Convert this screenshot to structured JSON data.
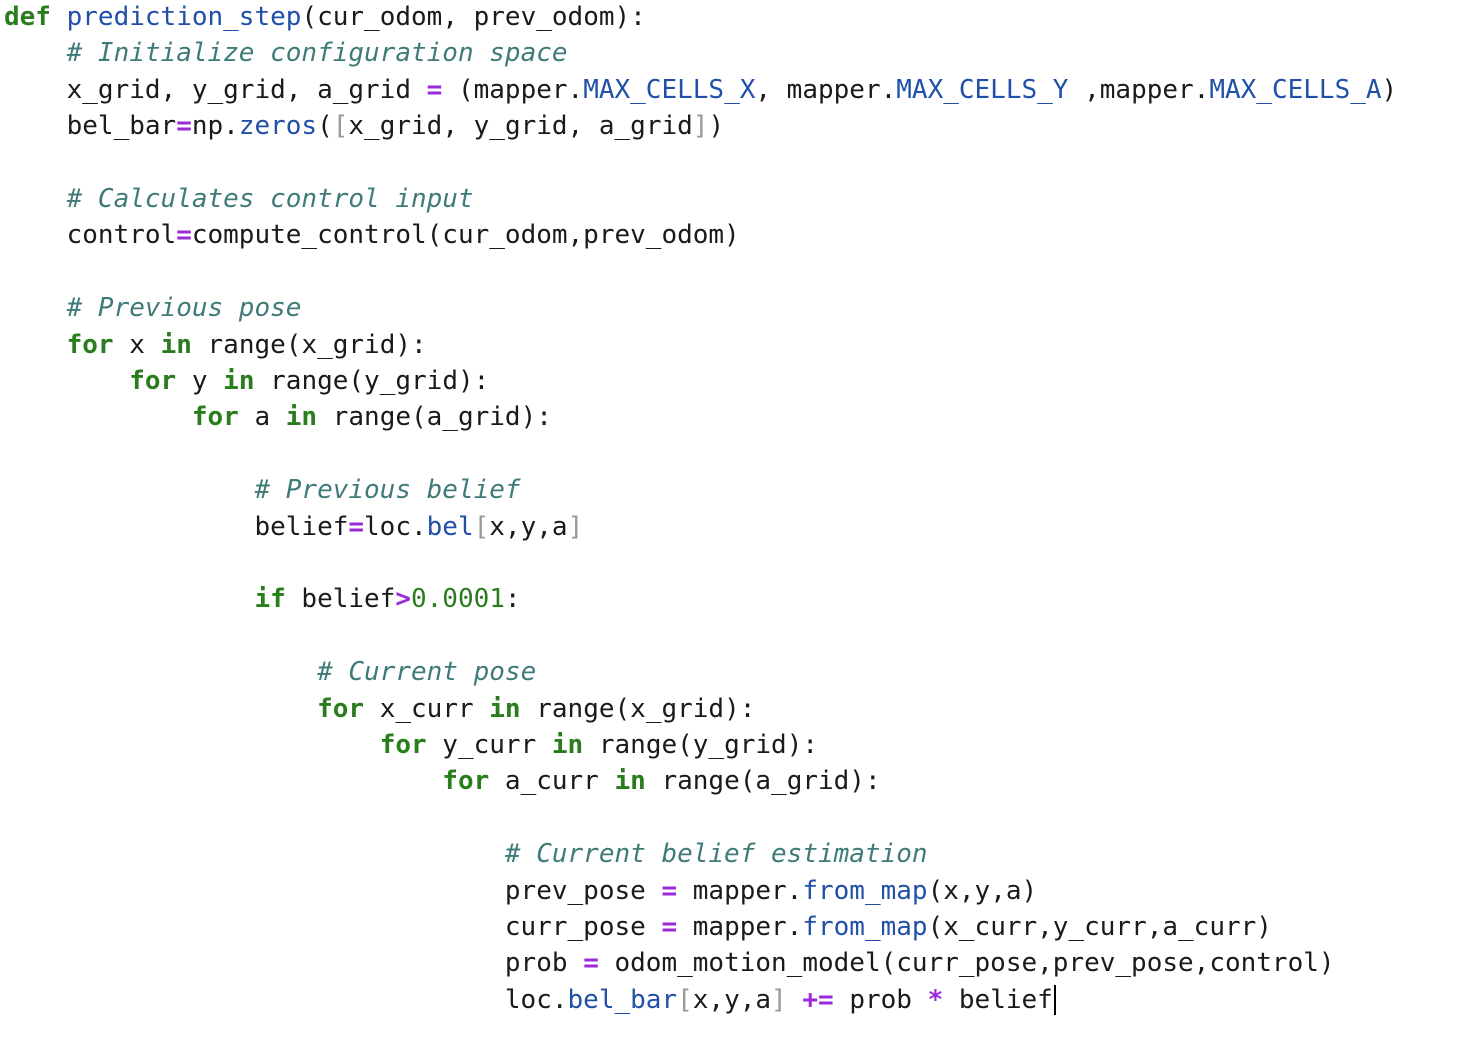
{
  "editor": {
    "lines": [
      [
        {
          "t": "kw",
          "v": "def"
        },
        {
          "t": "tx",
          "v": " "
        },
        {
          "t": "fn",
          "v": "prediction_step"
        },
        {
          "t": "tx",
          "v": "(cur_odom, prev_odom):"
        }
      ],
      [
        {
          "t": "tx",
          "v": "    "
        },
        {
          "t": "cm",
          "v": "# Initialize configuration space"
        }
      ],
      [
        {
          "t": "tx",
          "v": "    x_grid, y_grid, a_grid "
        },
        {
          "t": "op",
          "v": "="
        },
        {
          "t": "tx",
          "v": " (mapper."
        },
        {
          "t": "at",
          "v": "MAX_CELLS_X"
        },
        {
          "t": "tx",
          "v": ", mapper."
        },
        {
          "t": "at",
          "v": "MAX_CELLS_Y"
        },
        {
          "t": "tx",
          "v": " ,mapper."
        },
        {
          "t": "at",
          "v": "MAX_CELLS_A"
        },
        {
          "t": "tx",
          "v": ")"
        }
      ],
      [
        {
          "t": "tx",
          "v": "    bel_bar"
        },
        {
          "t": "op",
          "v": "="
        },
        {
          "t": "tx",
          "v": "np."
        },
        {
          "t": "at",
          "v": "zeros"
        },
        {
          "t": "tx",
          "v": "("
        },
        {
          "t": "br",
          "v": "["
        },
        {
          "t": "tx",
          "v": "x_grid, y_grid, a_grid"
        },
        {
          "t": "br",
          "v": "]"
        },
        {
          "t": "tx",
          "v": ")"
        }
      ],
      [],
      [
        {
          "t": "tx",
          "v": "    "
        },
        {
          "t": "cm",
          "v": "# Calculates control input"
        }
      ],
      [
        {
          "t": "tx",
          "v": "    control"
        },
        {
          "t": "op",
          "v": "="
        },
        {
          "t": "tx",
          "v": "compute_control(cur_odom,prev_odom)"
        }
      ],
      [],
      [
        {
          "t": "tx",
          "v": "    "
        },
        {
          "t": "cm",
          "v": "# Previous pose"
        }
      ],
      [
        {
          "t": "tx",
          "v": "    "
        },
        {
          "t": "kw",
          "v": "for"
        },
        {
          "t": "tx",
          "v": " x "
        },
        {
          "t": "kw",
          "v": "in"
        },
        {
          "t": "tx",
          "v": " range(x_grid):"
        }
      ],
      [
        {
          "t": "tx",
          "v": "        "
        },
        {
          "t": "kw",
          "v": "for"
        },
        {
          "t": "tx",
          "v": " y "
        },
        {
          "t": "kw",
          "v": "in"
        },
        {
          "t": "tx",
          "v": " range(y_grid):"
        }
      ],
      [
        {
          "t": "tx",
          "v": "            "
        },
        {
          "t": "kw",
          "v": "for"
        },
        {
          "t": "tx",
          "v": " a "
        },
        {
          "t": "kw",
          "v": "in"
        },
        {
          "t": "tx",
          "v": " range(a_grid):"
        }
      ],
      [],
      [
        {
          "t": "tx",
          "v": "                "
        },
        {
          "t": "cm",
          "v": "# Previous belief"
        }
      ],
      [
        {
          "t": "tx",
          "v": "                belief"
        },
        {
          "t": "op",
          "v": "="
        },
        {
          "t": "tx",
          "v": "loc."
        },
        {
          "t": "at",
          "v": "bel"
        },
        {
          "t": "br",
          "v": "["
        },
        {
          "t": "tx",
          "v": "x,y,a"
        },
        {
          "t": "br",
          "v": "]"
        }
      ],
      [],
      [
        {
          "t": "tx",
          "v": "                "
        },
        {
          "t": "kw",
          "v": "if"
        },
        {
          "t": "tx",
          "v": " belief"
        },
        {
          "t": "op",
          "v": ">"
        },
        {
          "t": "nm",
          "v": "0.0001"
        },
        {
          "t": "tx",
          "v": ":"
        }
      ],
      [],
      [
        {
          "t": "tx",
          "v": "                    "
        },
        {
          "t": "cm",
          "v": "# Current pose"
        }
      ],
      [
        {
          "t": "tx",
          "v": "                    "
        },
        {
          "t": "kw",
          "v": "for"
        },
        {
          "t": "tx",
          "v": " x_curr "
        },
        {
          "t": "kw",
          "v": "in"
        },
        {
          "t": "tx",
          "v": " range(x_grid):"
        }
      ],
      [
        {
          "t": "tx",
          "v": "                        "
        },
        {
          "t": "kw",
          "v": "for"
        },
        {
          "t": "tx",
          "v": " y_curr "
        },
        {
          "t": "kw",
          "v": "in"
        },
        {
          "t": "tx",
          "v": " range(y_grid):"
        }
      ],
      [
        {
          "t": "tx",
          "v": "                            "
        },
        {
          "t": "kw",
          "v": "for"
        },
        {
          "t": "tx",
          "v": " a_curr "
        },
        {
          "t": "kw",
          "v": "in"
        },
        {
          "t": "tx",
          "v": " range(a_grid):"
        }
      ],
      [],
      [
        {
          "t": "tx",
          "v": "                                "
        },
        {
          "t": "cm",
          "v": "# Current belief estimation"
        }
      ],
      [
        {
          "t": "tx",
          "v": "                                prev_pose "
        },
        {
          "t": "op",
          "v": "="
        },
        {
          "t": "tx",
          "v": " mapper."
        },
        {
          "t": "at",
          "v": "from_map"
        },
        {
          "t": "tx",
          "v": "(x,y,a)"
        }
      ],
      [
        {
          "t": "tx",
          "v": "                                curr_pose "
        },
        {
          "t": "op",
          "v": "="
        },
        {
          "t": "tx",
          "v": " mapper."
        },
        {
          "t": "at",
          "v": "from_map"
        },
        {
          "t": "tx",
          "v": "(x_curr,y_curr,a_curr)"
        }
      ],
      [
        {
          "t": "tx",
          "v": "                                prob "
        },
        {
          "t": "op",
          "v": "="
        },
        {
          "t": "tx",
          "v": " odom_motion_model(curr_pose,prev_pose,control)"
        }
      ],
      [
        {
          "t": "tx",
          "v": "                                loc."
        },
        {
          "t": "at",
          "v": "bel_bar"
        },
        {
          "t": "br",
          "v": "["
        },
        {
          "t": "tx",
          "v": "x,y,a"
        },
        {
          "t": "br",
          "v": "]"
        },
        {
          "t": "tx",
          "v": " "
        },
        {
          "t": "op",
          "v": "+="
        },
        {
          "t": "tx",
          "v": " prob "
        },
        {
          "t": "op",
          "v": "*"
        },
        {
          "t": "tx",
          "v": " belief"
        }
      ]
    ]
  }
}
